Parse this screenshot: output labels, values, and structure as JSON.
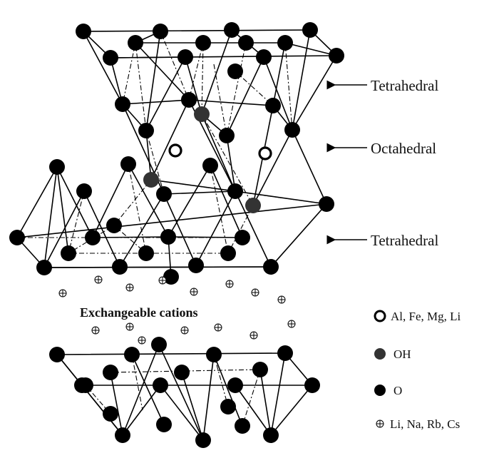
{
  "diagram": {
    "layer_labels": {
      "top_tetrahedral": "Tetrahedral",
      "octahedral": "Octahedral",
      "bottom_tetrahedral": "Tetrahedral"
    },
    "interlayer_label": "Exchangeable cations",
    "legend": [
      {
        "symbol": "open-circle",
        "label": "Al, Fe, Mg, Li"
      },
      {
        "symbol": "dark-gray-circle",
        "label": "OH"
      },
      {
        "symbol": "black-circle",
        "label": "O"
      },
      {
        "symbol": "circled-plus",
        "label": "Li, Na, Rb, Cs"
      }
    ],
    "colors": {
      "oxygen": "#000000",
      "hydroxyl": "#333333",
      "cation_stroke": "#000000",
      "background": "#ffffff"
    }
  }
}
